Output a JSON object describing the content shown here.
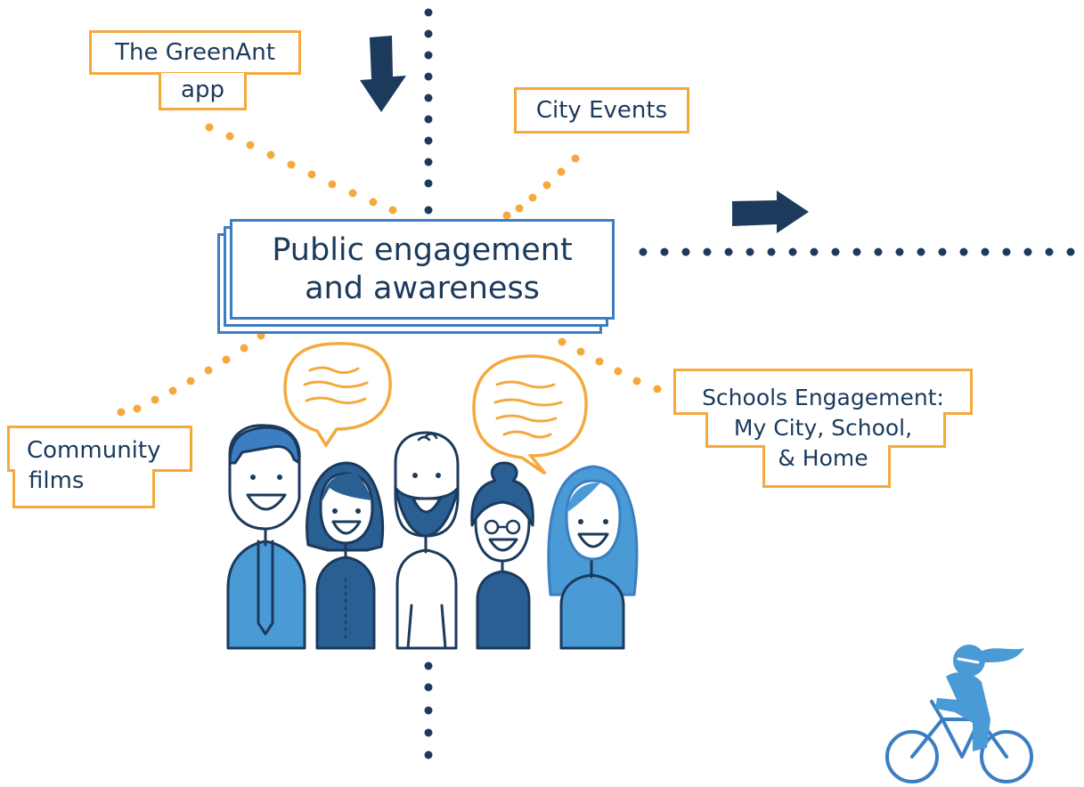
{
  "central": {
    "line1": "Public engagement",
    "line2": "and awareness"
  },
  "labels": {
    "greenant_line1": "The GreenAnt",
    "greenant_line2": "app",
    "city_events": "City Events",
    "community_line1": "Community",
    "community_line2": "films",
    "schools_line1": "Schools Engagement:",
    "schools_line2": "My City, School,",
    "schools_line3": "& Home"
  },
  "colors": {
    "navy": "#1b3a5c",
    "orange": "#f5a93d",
    "blue": "#3b7ec1",
    "light_blue": "#4a9ad6"
  }
}
